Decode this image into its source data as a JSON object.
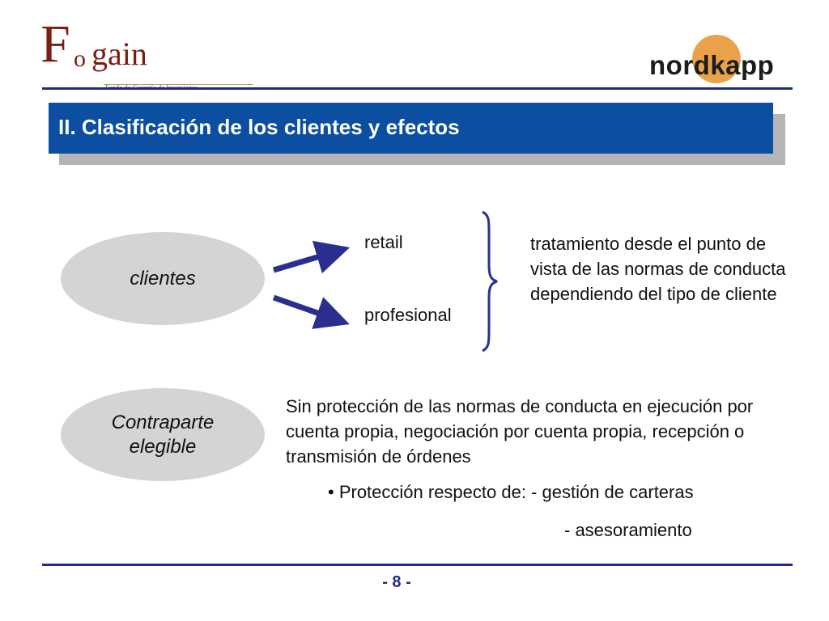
{
  "logos": {
    "fogain": {
      "big_letter": "F",
      "small_letter": "o",
      "rest": "gain",
      "subtitle": "Fondo de Garantía de Inversiones"
    },
    "nordkapp": {
      "text": "nordkapp"
    }
  },
  "title": "II. Clasificación de los clientes y efectos",
  "clientes": {
    "ellipse_label": "clientes",
    "options": [
      "retail",
      "profesional"
    ],
    "description": "tratamiento desde el punto de vista de las normas de conducta dependiendo del tipo de cliente"
  },
  "contraparte": {
    "ellipse_label_line1": "Contraparte",
    "ellipse_label_line2": "elegible",
    "description": "Sin protección de las normas de conducta en ejecución por cuenta propia, negociación por cuenta propia, recepción o transmisión de órdenes",
    "bullet": "• Protección respecto de:  - gestión de carteras",
    "bullet_cont": "- asesoramiento"
  },
  "footer": {
    "page": "- 8 -"
  },
  "colors": {
    "title_bar": "#0b4ea2",
    "rules": "#1f2a8c",
    "arrow": "#2a2f8f",
    "ellipse": "#d4d4d4",
    "fogain_brand": "#7a1e14",
    "nordkapp_sun": "#e9a24a"
  }
}
